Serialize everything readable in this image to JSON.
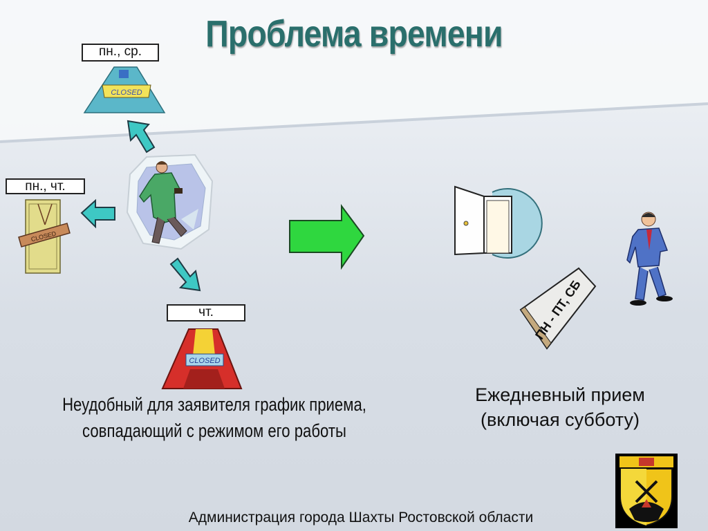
{
  "title": "Проблема времени",
  "labels": {
    "mon_wed": "пн., ср.",
    "mon_thu": "пн., чт.",
    "thu": "чт.",
    "sign_closed": "CLOSED",
    "tent_days": "ПН - ПТ, СБ"
  },
  "left_text": [
    "Неудобный для заявителя график приема,",
    "совпадающий с режимом его работы"
  ],
  "right_text": [
    "Ежедневный прием",
    "(включая субботу)"
  ],
  "footer": "Администрация города Шахты Ростовской области",
  "colors": {
    "title": "#2a6f6c",
    "arrow_teal": "#3ec8c4",
    "arrow_green": "#2fd73f"
  }
}
